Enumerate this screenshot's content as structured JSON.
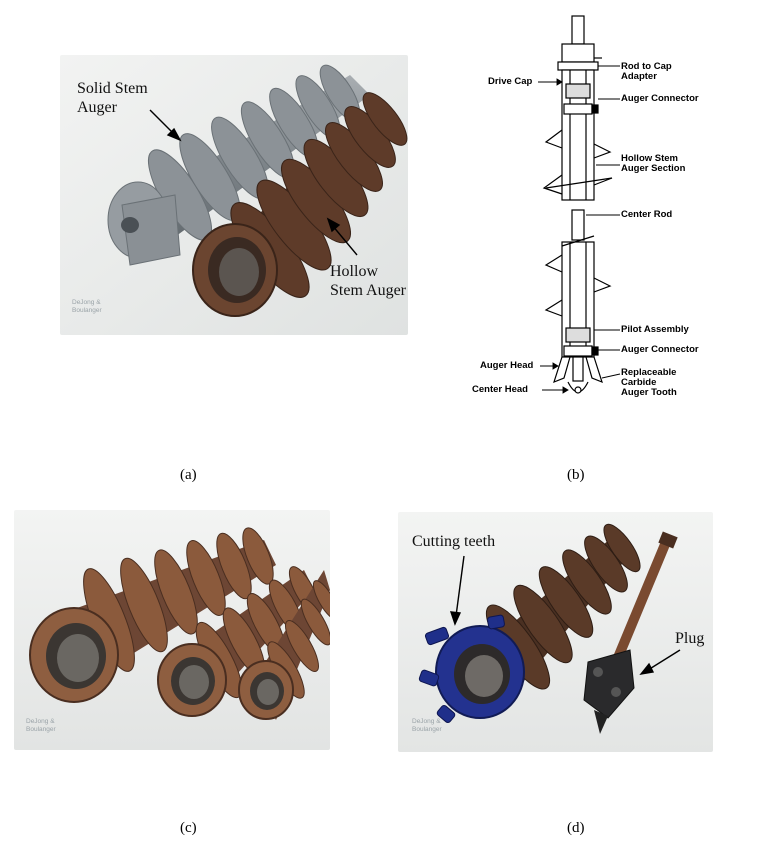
{
  "panel_a": {
    "label_solid": "Solid Stem\nAuger",
    "label_hollow": "Hollow\nStem Auger",
    "watermark": "DeJong &\nBoulanger",
    "caption": "(a)"
  },
  "panel_b": {
    "labels": {
      "rod_to_cap": "Rod to Cap\nAdapter",
      "drive_cap": "Drive Cap",
      "auger_connector_top": "Auger Connector",
      "hollow_stem_section": "Hollow Stem\nAuger Section",
      "center_rod": "Center Rod",
      "pilot_assembly": "Pilot Assembly",
      "auger_connector_bottom": "Auger Connector",
      "auger_head": "Auger Head",
      "replaceable_tooth": "Replaceable\nCarbide\nAuger Tooth",
      "center_head": "Center Head"
    },
    "caption": "(b)"
  },
  "panel_c": {
    "watermark": "DeJong &\nBoulanger",
    "caption": "(c)"
  },
  "panel_d": {
    "label_teeth": "Cutting teeth",
    "label_plug": "Plug",
    "watermark": "DeJong &\nBoulanger",
    "caption": "(d)"
  },
  "colors": {
    "solid_auger": "#8a9095",
    "hollow_auger": "#5a3a28",
    "rust": "#8b5a3c",
    "blue_teeth": "#1f2f8a",
    "photo_bg": "#eceeed"
  }
}
